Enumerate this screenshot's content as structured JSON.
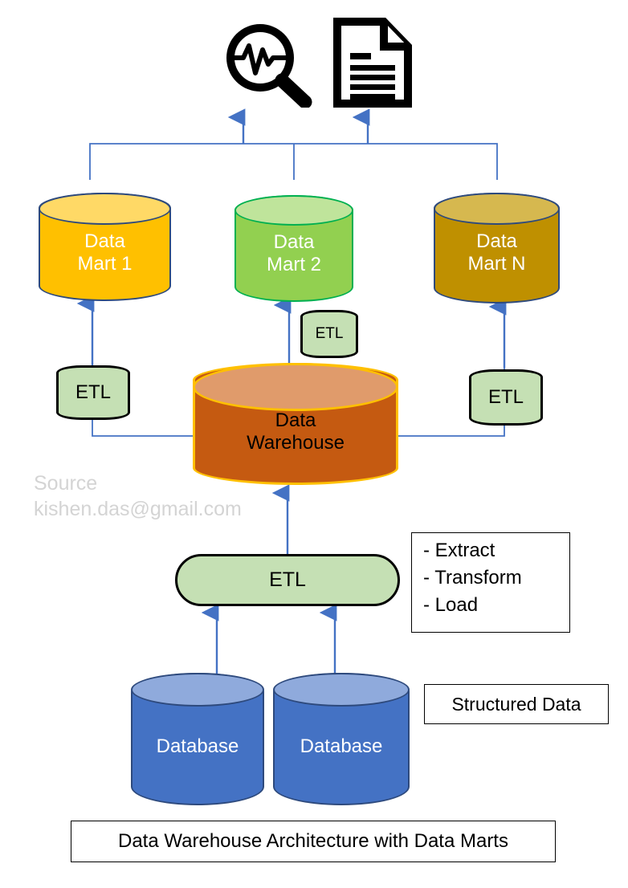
{
  "diagram": {
    "title": "Data Warehouse Architecture with Data Marts",
    "watermark": "Source\nkishen.das@gmail.com",
    "colors": {
      "connector": "#4472C4",
      "mart1_body": "#FFC000",
      "mart1_top": "#FFD966",
      "mart1_border": "#2E4A7D",
      "mart2_body": "#92D050",
      "mart2_top": "#BFE49B",
      "mart2_border": "#00B050",
      "martN_body": "#BF9000",
      "martN_top": "#D6B84F",
      "martN_border": "#2E4A7D",
      "warehouse_body": "#C55A11",
      "warehouse_top": "#E09B6B",
      "warehouse_border": "#FFC000",
      "database_body": "#4472C4",
      "database_top": "#8FAADC",
      "database_border": "#2E4A7D",
      "etl_fill": "#C5E0B4",
      "etl_border": "#000000",
      "watermark": "#D4D4D4"
    }
  },
  "consumers": {
    "analytics_icon": "analytics-magnifier-icon",
    "report_icon": "report-document-icon"
  },
  "marts": [
    {
      "id": "mart-1",
      "label": "Data\nMart 1"
    },
    {
      "id": "mart-2",
      "label": "Data\nMart 2"
    },
    {
      "id": "mart-n",
      "label": "Data\nMart N"
    }
  ],
  "mart_etl": [
    {
      "id": "etl-mart-1",
      "label": "ETL"
    },
    {
      "id": "etl-mart-2",
      "label": "ETL"
    },
    {
      "id": "etl-mart-n",
      "label": "ETL"
    }
  ],
  "warehouse": {
    "label": "Data\nWarehouse"
  },
  "main_etl": {
    "label": "ETL"
  },
  "etl_legend": {
    "lines": [
      "- Extract",
      "- Transform",
      "- Load"
    ]
  },
  "sources": {
    "badge": "Structured Data",
    "databases": [
      {
        "id": "database-1",
        "label": "Database"
      },
      {
        "id": "database-2",
        "label": "Database"
      }
    ]
  }
}
